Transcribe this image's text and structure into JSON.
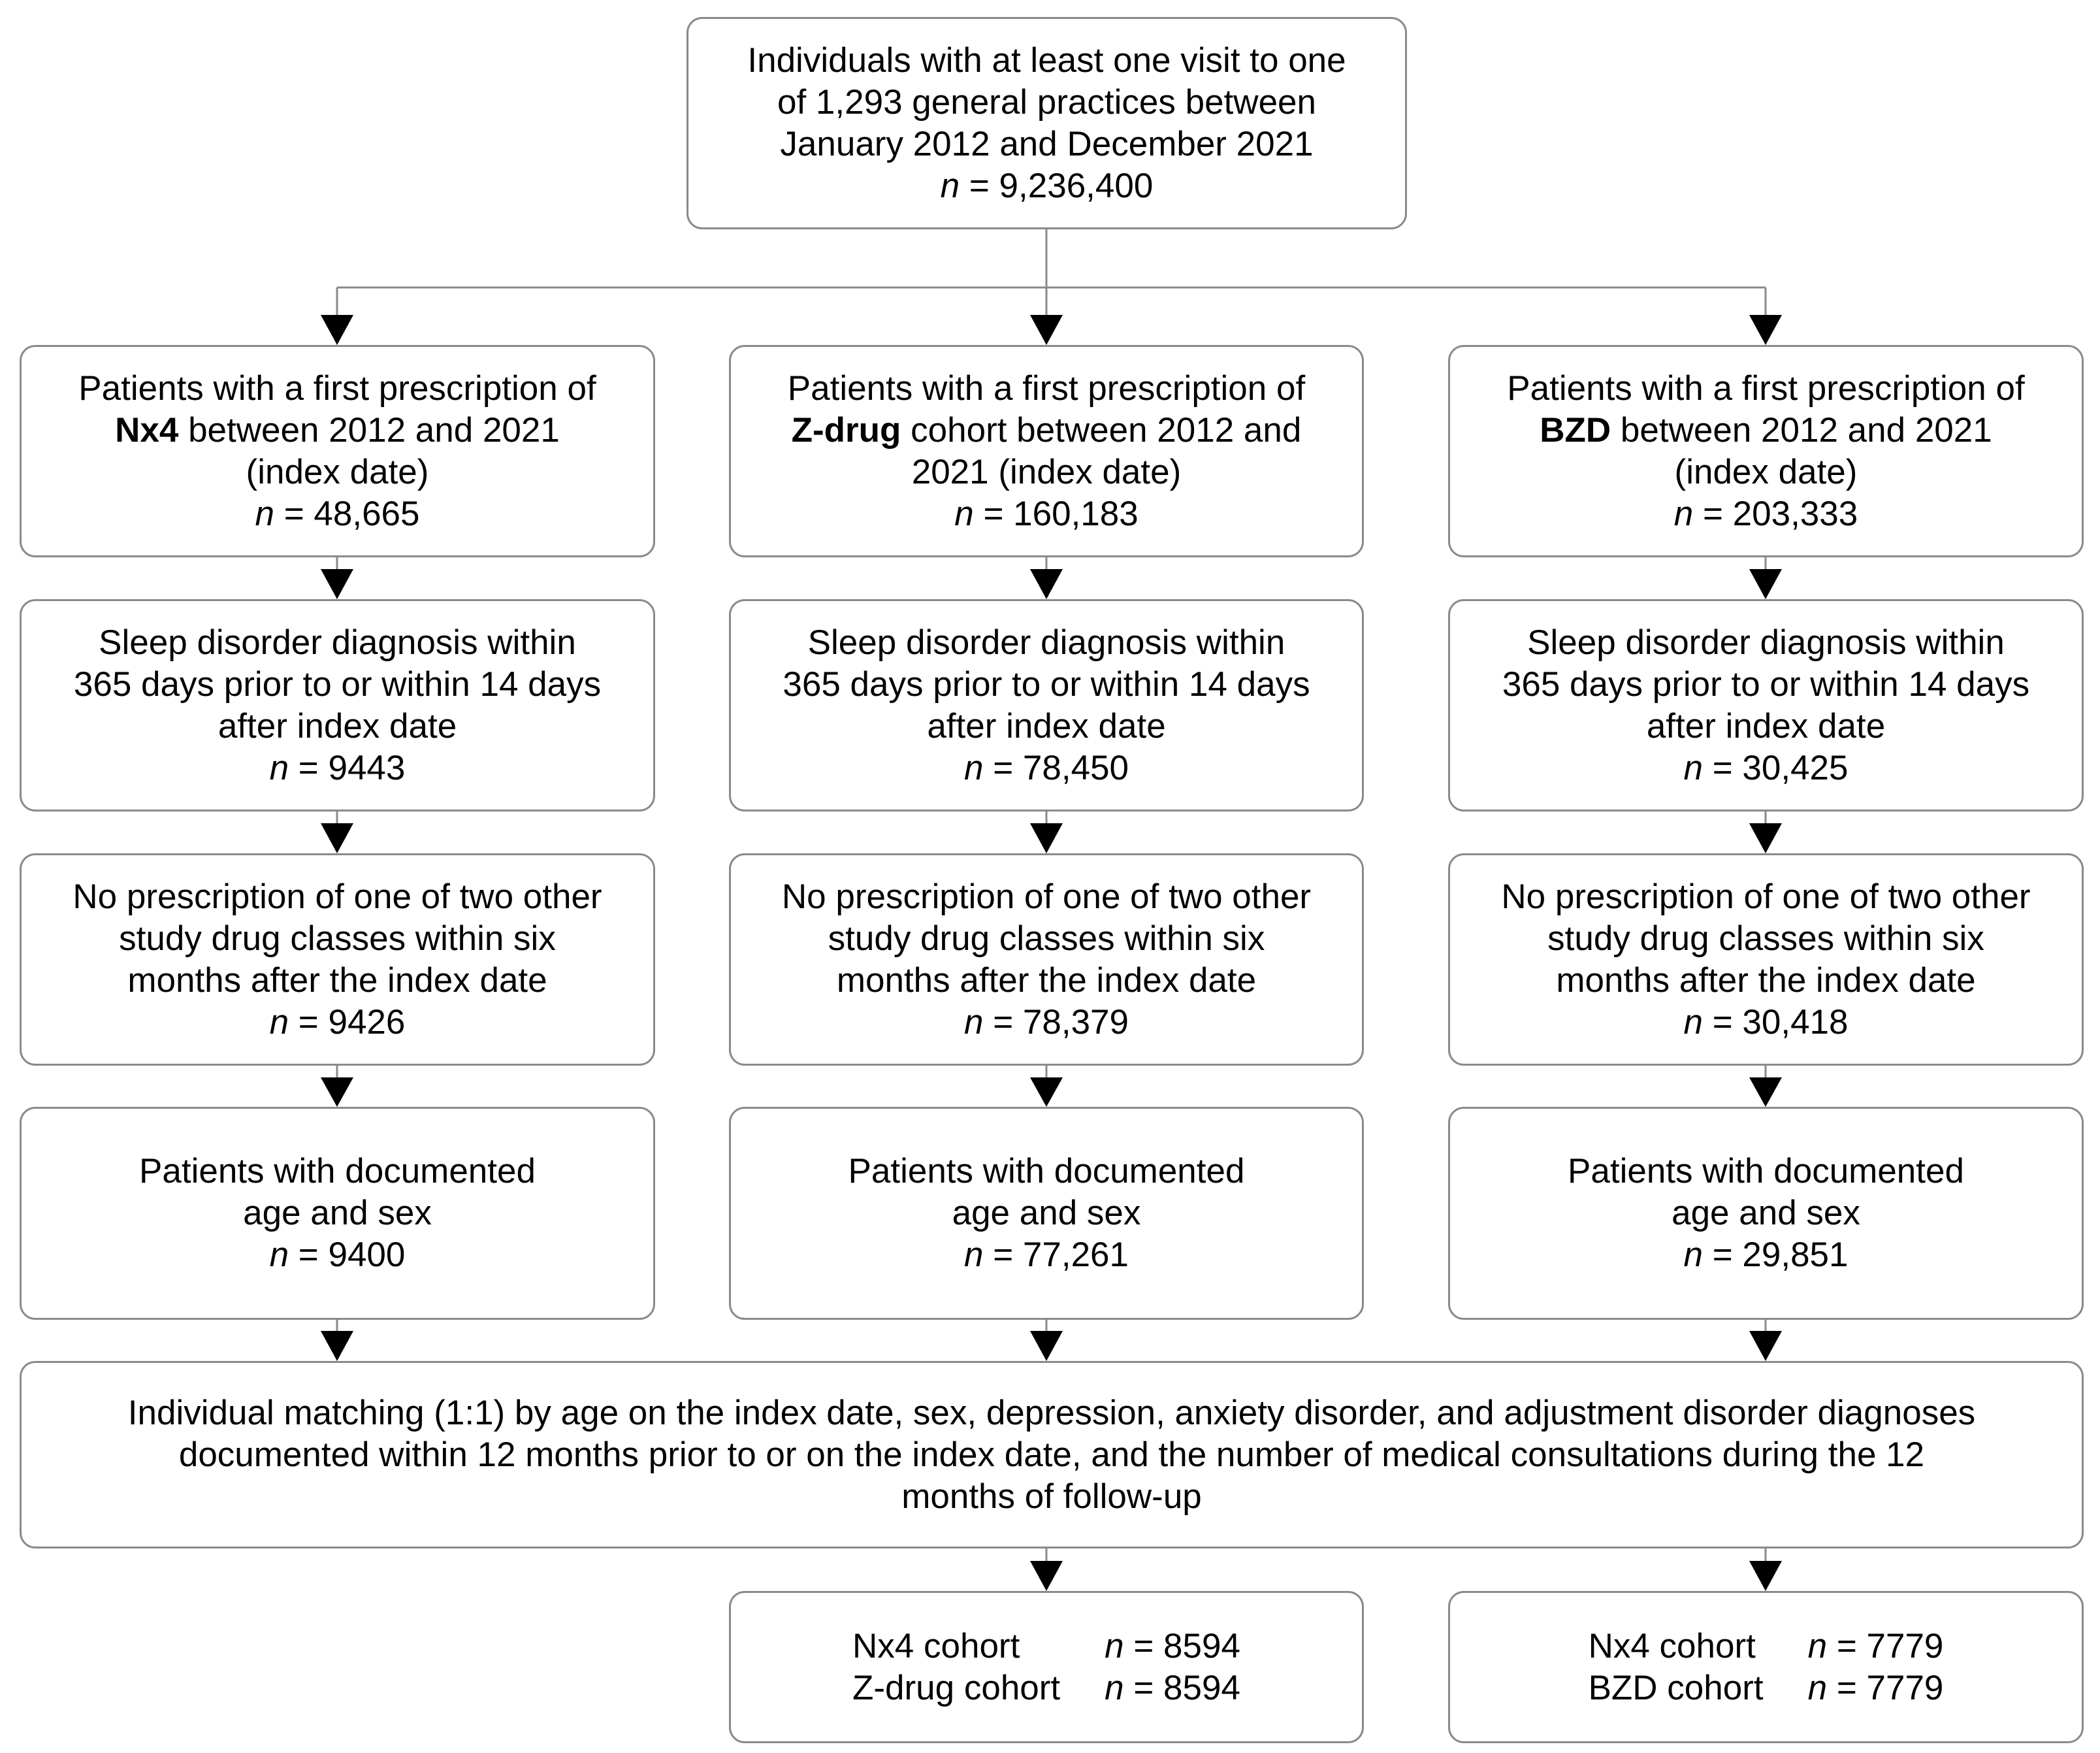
{
  "top": {
    "lines": [
      "Individuals with at least one visit to one",
      "of 1,293 general practices between",
      "January 2012 and December 2021"
    ],
    "n_label": "n",
    "n_value": " = 9,236,400"
  },
  "columns": [
    {
      "first_rx": {
        "pre": "Patients with a first prescription of",
        "drug": "Nx4",
        "post1": " between 2012 and 2021",
        "post2": "(index date)",
        "n_value": " = 48,665"
      },
      "sleep": {
        "n_value": " = 9443"
      },
      "no_rx": {
        "n_value": " = 9426"
      },
      "documented": {
        "n_value": " = 9400"
      }
    },
    {
      "first_rx": {
        "pre": "Patients with a first prescription of",
        "drug": "Z-drug",
        "post1": " cohort between 2012 and",
        "post2": "2021 (index date)",
        "n_value": " = 160,183"
      },
      "sleep": {
        "n_value": " = 78,450"
      },
      "no_rx": {
        "n_value": " = 78,379"
      },
      "documented": {
        "n_value": " = 77,261"
      }
    },
    {
      "first_rx": {
        "pre": "Patients with a first prescription of",
        "drug": "BZD",
        "post1": " between 2012 and 2021",
        "post2": "(index date)",
        "n_value": " = 203,333"
      },
      "sleep": {
        "n_value": " = 30,425"
      },
      "no_rx": {
        "n_value": " = 30,418"
      },
      "documented": {
        "n_value": " = 29,851"
      }
    }
  ],
  "sleep_lines": [
    "Sleep disorder diagnosis within",
    "365 days prior to or within 14 days",
    "after index date"
  ],
  "no_rx_lines": [
    "No prescription of one of two other",
    "study drug classes within six",
    "months after the index date"
  ],
  "documented_lines": [
    "Patients with documented",
    "age and sex"
  ],
  "n_label": "n",
  "matching_lines": [
    "Individual matching (1:1) by age on the index date, sex, depression, anxiety disorder, and adjustment disorder diagnoses",
    "documented within 12 months prior to or on the index date, and the number of medical consultations during the 12",
    "months of follow-up"
  ],
  "results": [
    {
      "rows": [
        {
          "label": "Nx4 cohort",
          "n_value": " = 8594"
        },
        {
          "label": "Z-drug cohort",
          "n_value": " = 8594"
        }
      ]
    },
    {
      "rows": [
        {
          "label": "Nx4 cohort",
          "n_value": " = 7779"
        },
        {
          "label": "BZD cohort",
          "n_value": " = 7779"
        }
      ]
    }
  ],
  "colors": {
    "box_border": "#8a8a8a",
    "line": "#8a8a8a",
    "arrow": "#000000",
    "text": "#000000"
  }
}
